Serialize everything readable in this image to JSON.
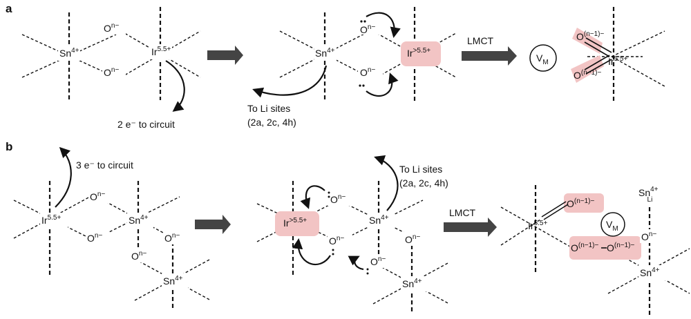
{
  "colors": {
    "highlight": "#f2c4c4",
    "ink": "#111111",
    "arrow": "#444444"
  },
  "panel_a": {
    "label": "a",
    "sn": "Sn",
    "sn_charge": "4+",
    "o": "O",
    "o_charge": "n−",
    "ir": "Ir",
    "ir_charge": "5.5+",
    "ir_charge_high": ">5.5+",
    "to_circuit": "2 e⁻ to circuit",
    "li_sites_1": "To Li sites",
    "li_sites_2": "(2a, 2c, 4h)",
    "lmct": "LMCT",
    "vm": "V",
    "vm_sub": "M",
    "oxo_charge": "(n−1)−"
  },
  "panel_b": {
    "label": "b",
    "ir": "Ir",
    "ir_charge": "5.5+",
    "ir_charge_high": ">5.5+",
    "sn": "Sn",
    "sn_charge": "4+",
    "o": "O",
    "o_charge": "n−",
    "to_circuit": "3 e⁻ to circuit",
    "li_sites_1": "To Li sites",
    "li_sites_2": "(2a, 2c, 4h)",
    "lmct": "LMCT",
    "vm": "V",
    "vm_sub": "M",
    "oxo_charge": "(n−1)−",
    "peroxo": "(n−1)−",
    "sn_li_sub": "Li"
  }
}
